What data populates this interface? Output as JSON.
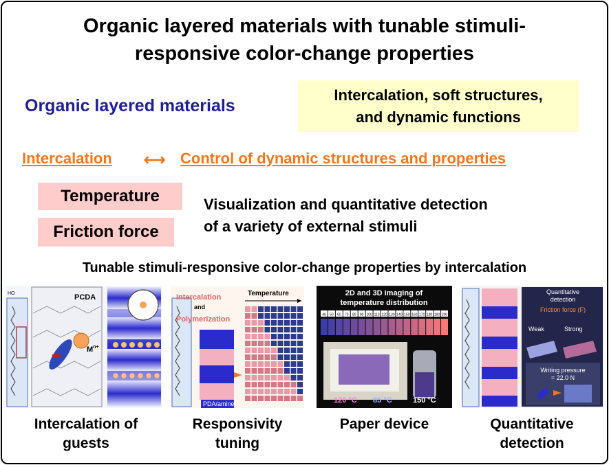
{
  "title": {
    "line1": "Organic layered materials with tunable stimuli-",
    "line2": "responsive color-change properties"
  },
  "organic_layered": "Organic layered  materials",
  "highlight": {
    "line1": "Intercalation, soft structures,",
    "line2": "and dynamic functions"
  },
  "link": {
    "left": "Intercalation",
    "arrow": "⟷",
    "right": "Control of dynamic structures and properties"
  },
  "stimuli": [
    "Temperature",
    "Friction force"
  ],
  "visualization": {
    "line1": "Visualization and quantitative detection",
    "line2": "of a variety of external stimuli"
  },
  "tunable_heading": "Tunable stimuli-responsive color-change properties by intercalation",
  "panels": {
    "p1": {
      "label_pcda": "PCDA",
      "label_ion": "M",
      "label_ion_sup": "n+",
      "caption1": "Intercalation of",
      "caption2": "guests"
    },
    "p2": {
      "label_intercalation": "Intercalation",
      "label_and": "and",
      "label_polymerization": "Polymerization",
      "label_temperature": "Temperature",
      "label_pda": "PDA/amine",
      "caption1": "Responsivity",
      "caption2": "tuning"
    },
    "p3": {
      "heading1": "2D and 3D imaging of",
      "heading2": "temperature distribution",
      "strip_labels": [
        "40",
        "50",
        "60",
        "70",
        "80",
        "90",
        "100",
        "110",
        "120",
        "130",
        "140",
        "150",
        "160",
        "170",
        "180",
        "190",
        "200"
      ],
      "temp_a": "120 °C",
      "temp_b": "85 °C",
      "temp_c": "150 °C",
      "caption1": "Paper device"
    },
    "p4": {
      "heading1": "Quantitative",
      "heading2": "detection",
      "friction": "Friction force (F)",
      "weak": "Weak",
      "strong": "Strong",
      "writing1": "Writing pressure",
      "writing2": "= 22.0 N",
      "caption1": "Quantitative",
      "caption2": "detection"
    }
  },
  "colors": {
    "navy": "#1f1f8f",
    "orange": "#f07820",
    "yellow_bg": "#ffffcc",
    "pink_bg": "#ffcccc"
  }
}
